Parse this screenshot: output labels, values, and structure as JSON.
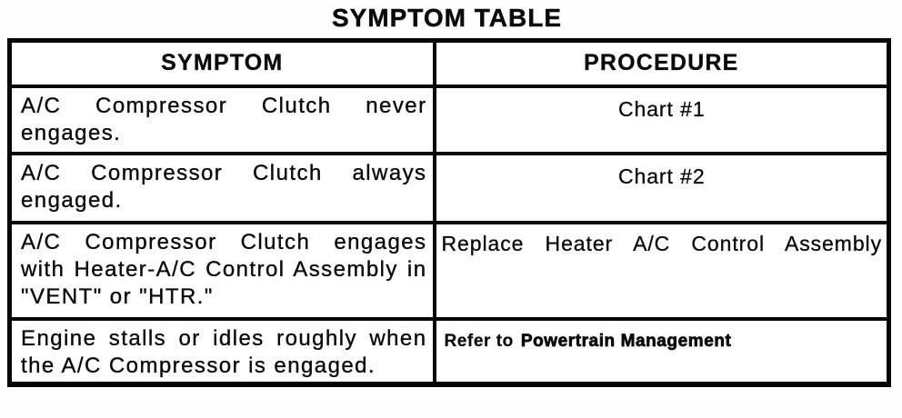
{
  "title": "SYMPTOM TABLE",
  "colors": {
    "ink": "#0a0a0a",
    "paper": "#ffffff"
  },
  "table": {
    "headers": [
      "SYMPTOM",
      "PROCEDURE"
    ],
    "rows": [
      {
        "symptom_lines": [
          "A/C Compressor Clutch never",
          "engages."
        ],
        "procedure": "Chart #1"
      },
      {
        "symptom_lines": [
          "A/C Compressor Clutch always",
          "engaged."
        ],
        "procedure": "Chart #2"
      },
      {
        "symptom_lines": [
          "A/C Compressor Clutch engages",
          "with Heater-A/C Control Assembly in",
          "\"VENT\" or \"HTR.\""
        ],
        "procedure": "Replace Heater A/C Control Assembly"
      },
      {
        "symptom_lines": [
          "Engine stalls or idles roughly when",
          "the A/C Compressor is engaged."
        ],
        "procedure_prefix": "Refer to",
        "procedure_emphasis": "Powertrain Management"
      }
    ]
  }
}
